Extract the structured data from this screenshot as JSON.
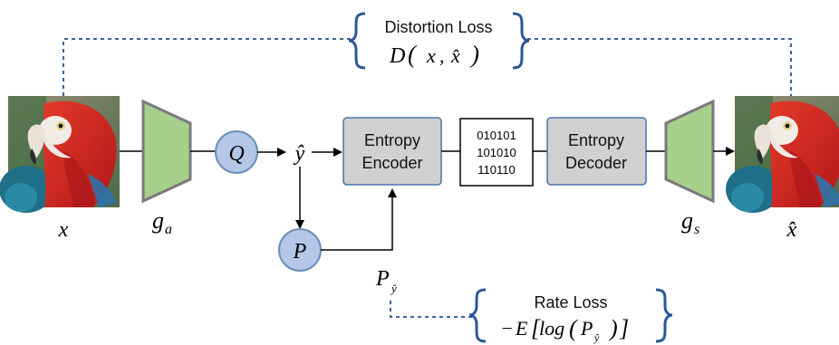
{
  "distortion": {
    "title": "Distortion Loss",
    "D": "D",
    "x": "x",
    "comma": ",",
    "xhat": "x̂"
  },
  "rate": {
    "title": "Rate Loss",
    "minus": "−",
    "E": "E",
    "log": "log",
    "P": "P",
    "sub": "ŷ"
  },
  "labels": {
    "x": "x",
    "ga_g": "g",
    "ga_sub": "a",
    "gs_g": "g",
    "gs_sub": "s",
    "xhat": "x̂",
    "Q": "Q",
    "yhat": "ŷ",
    "P_node": "P",
    "Py_P": "P",
    "Py_sub": "ŷ"
  },
  "encoder": {
    "line1": "Entropy",
    "line2": "Encoder"
  },
  "decoder": {
    "line1": "Entropy",
    "line2": "Decoder"
  },
  "bits": [
    "010101",
    "101010",
    "110110"
  ],
  "colors": {
    "trapezoid_fill": "#a8d08d",
    "trapezoid_stroke": "#7a7a7a",
    "circle_fill": "#b4c7e7",
    "circle_stroke": "#6d8db8",
    "box_fill": "#d0d0d0",
    "box_stroke": "#4a74b0",
    "dashed": "#3b64a0"
  }
}
